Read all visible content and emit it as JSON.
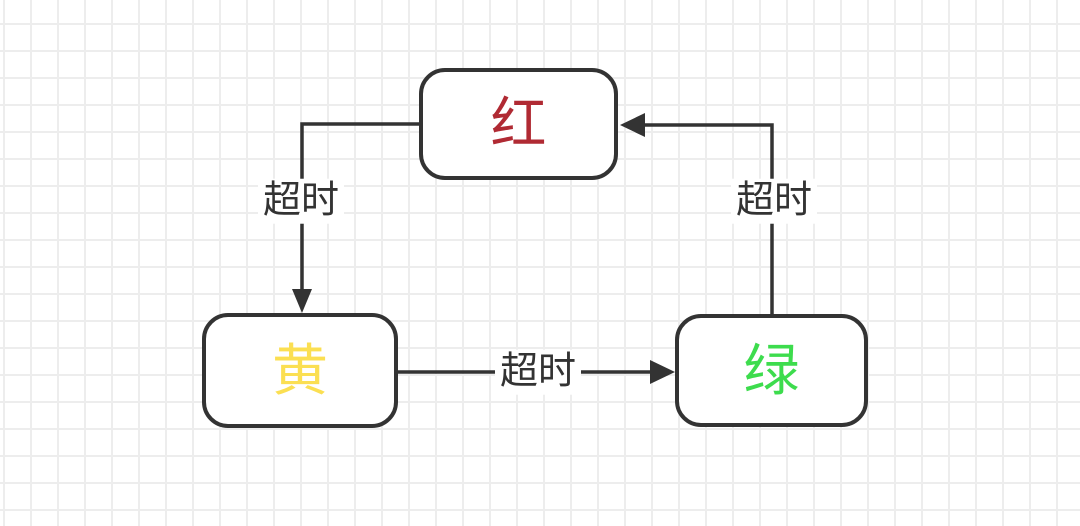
{
  "diagram": {
    "type": "state-machine",
    "nodes": [
      {
        "id": "red",
        "label": "红",
        "color": "#b02a33"
      },
      {
        "id": "yellow",
        "label": "黄",
        "color": "#fbdf52"
      },
      {
        "id": "green",
        "label": "绿",
        "color": "#3ddc4d"
      }
    ],
    "edges": [
      {
        "from": "red",
        "to": "yellow",
        "label": "超时"
      },
      {
        "from": "yellow",
        "to": "green",
        "label": "超时"
      },
      {
        "from": "green",
        "to": "red",
        "label": "超时"
      }
    ],
    "colors": {
      "stroke": "#333333",
      "node_border": "#333333",
      "node_fill": "#ffffff",
      "label_text": "#333333",
      "label_bg": "#ffffff",
      "canvas_bg": "#ffffff",
      "grid_line": "#ededed"
    }
  }
}
